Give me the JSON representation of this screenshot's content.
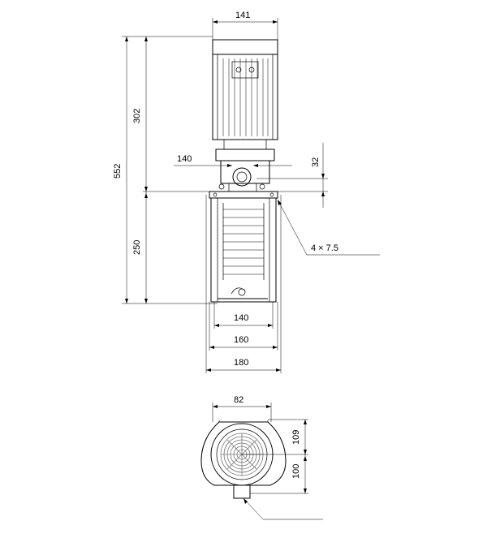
{
  "dimensions": {
    "motor_width": "141",
    "top_section_height": "302",
    "overall_height": "552",
    "pump_section_height": "250",
    "port_width": "140",
    "port_offset": "32",
    "mounting_holes": "4 × 7.5",
    "inner_width": "140",
    "middle_width": "160",
    "base_width": "180",
    "bottom_width": "82",
    "bottom_upper_height": "109",
    "bottom_lower_height": "100"
  }
}
